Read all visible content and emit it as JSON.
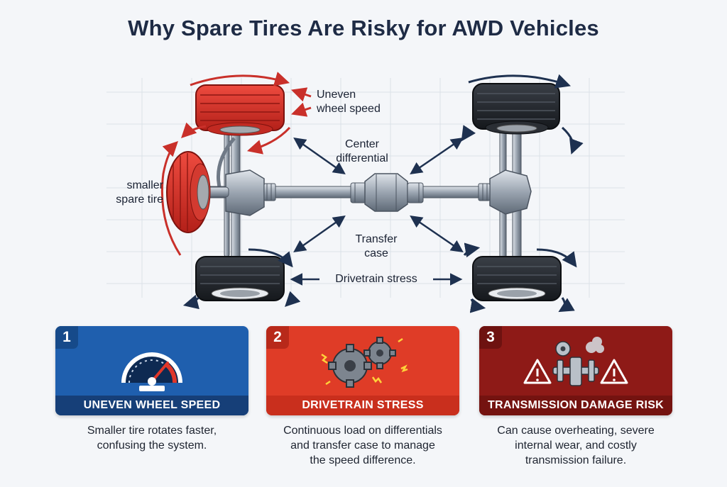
{
  "title": "Why Spare Tires Are Risky for AWD Vehicles",
  "diagram": {
    "label_uneven_1": "Uneven",
    "label_uneven_2": "wheel speed",
    "label_center_1": "Center",
    "label_center_2": "differential",
    "label_spare_1": "smaller",
    "label_spare_2": "spare tire",
    "label_transfer_1": "Transfer",
    "label_transfer_2": "case",
    "label_stress": "Drivetrain stress"
  },
  "cards": [
    {
      "number": "1",
      "title": "UNEVEN WHEEL SPEED",
      "description_lines": [
        "Smaller tire rotates faster,",
        "confusing the system."
      ],
      "icon": "speedometer-icon"
    },
    {
      "number": "2",
      "title": "DRIVETRAIN STRESS",
      "description_lines": [
        "Continuous load on differentials",
        "and transfer case to manage",
        "the speed difference."
      ],
      "icon": "gears-icon"
    },
    {
      "number": "3",
      "title": "TRANSMISSION DAMAGE RISK",
      "description_lines": [
        "Can cause overheating, severe",
        "internal wear, and costly",
        "transmission failure."
      ],
      "icon": "warning-transmission-icon"
    }
  ],
  "colors": {
    "blue": "#1f5fae",
    "orange_red": "#df3c27",
    "dark_red": "#8e1a17",
    "spare_red": "#d62f2a"
  }
}
